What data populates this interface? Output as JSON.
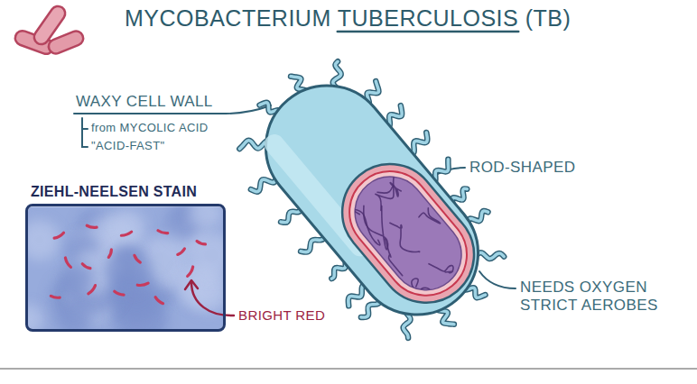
{
  "diagram": {
    "title": "MYCOBACTERIUM TUBERCULOSIS (TB)",
    "nodes": [
      {
        "text": [
          "ZIEHL-NEELSEN STAIN"
        ]
      }
    ],
    "labels": [
      "WAXY CELL WALL",
      "from MYCOLIC ACID",
      "\"ACID-FAST\"",
      "ROD-SHAPED",
      "BRIGHT RED",
      "NEEDS OXYGEN STRICT AEROBES"
    ]
  }
}
